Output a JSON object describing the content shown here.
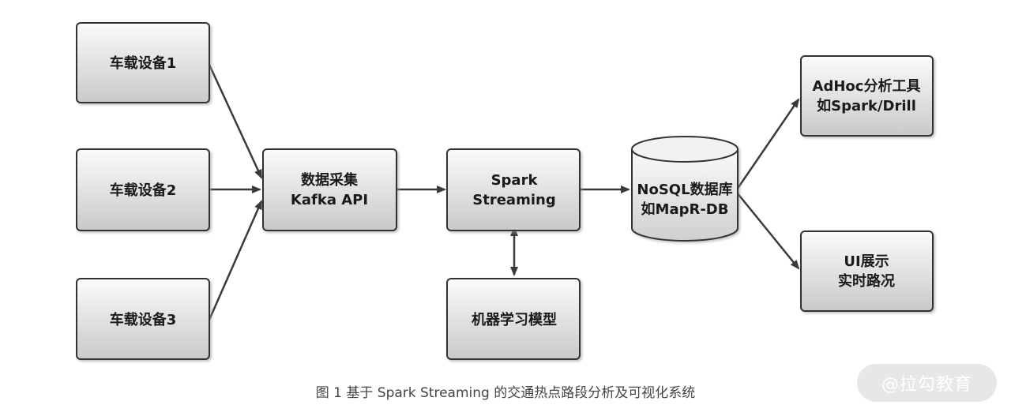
{
  "nodes": {
    "device1": "车载设备1",
    "device2": "车载设备2",
    "device3": "车载设备3",
    "kafka": [
      "数据采集",
      "Kafka API"
    ],
    "spark": [
      "Spark",
      "Streaming"
    ],
    "ml": "机器学习模型",
    "nosql": [
      "NoSQL数据库",
      "如MapR-DB"
    ],
    "adhoc": [
      "AdHoc分析工具",
      "如Spark/Drill"
    ],
    "ui": [
      "UI展示",
      "实时路况"
    ]
  },
  "caption": "图 1  基于 Spark Streaming 的交通热点路段分析及可视化系统",
  "watermark": "@拉勾教育",
  "colors": {
    "box_top": "#fbfbfb",
    "box_bottom": "#c9c9c9",
    "stroke": "#333333",
    "arrow": "#3a3a3a"
  }
}
